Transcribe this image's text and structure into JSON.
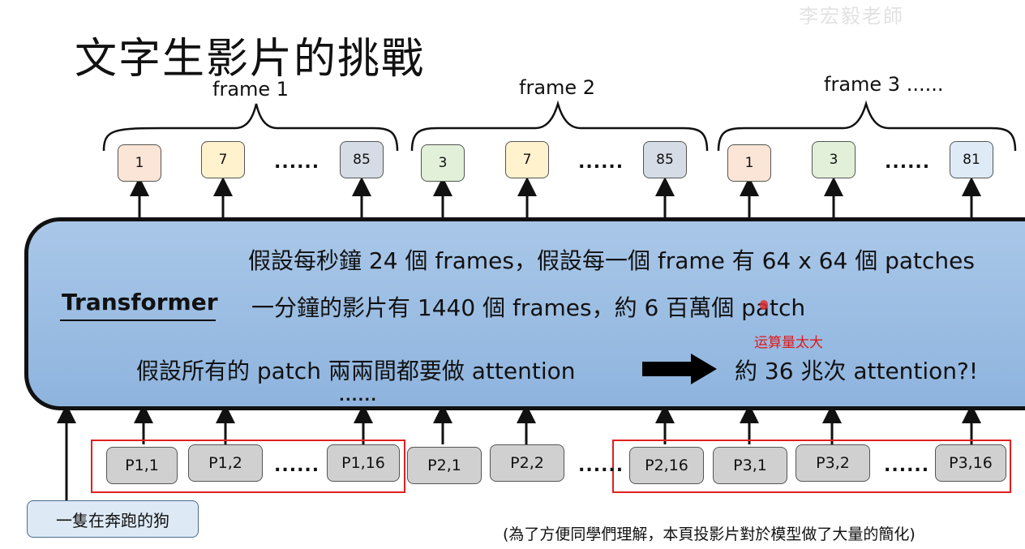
{
  "slide": {
    "title": "文字生影片的挑戰",
    "watermark": "李宏毅老師",
    "frames": [
      {
        "label": "frame 1",
        "tokens": [
          "1",
          "7",
          "85"
        ],
        "dots": "......"
      },
      {
        "label": "frame 2",
        "tokens": [
          "3",
          "7",
          "85"
        ],
        "dots": "......"
      },
      {
        "label": "frame 3  ......",
        "tokens": [
          "1",
          "3",
          "81"
        ],
        "dots": "......"
      }
    ],
    "transformer": {
      "label": "Transformer",
      "line1": "假設每秒鐘 24 個 frames，假設每一個 frame 有 64 x 64 個 patches",
      "line2": "一分鐘的影片有 1440 個 frames，約 6 百萬個 patch",
      "warning": "运算量太大",
      "line3_left": "假設所有的 patch 兩兩間都要做 attention",
      "line3_right": "約 36 兆次 attention?!",
      "bottom_dots": "......"
    },
    "patches": {
      "group1": [
        "P1,1",
        "P1,2",
        "P1,16"
      ],
      "group1_dots": "......",
      "group2": [
        "P2,1",
        "P2,2"
      ],
      "group2_dots": "......",
      "group3": [
        "P2,16",
        "P3,1",
        "P3,2",
        "P3,16"
      ],
      "group3_dots": "......"
    },
    "prompt": "一隻在奔跑的狗",
    "note": "(為了方便同學們理解，本頁投影片對於模型做了大量的簡化)"
  },
  "colors": {
    "token_orange": "#fbe5d6",
    "token_yellow": "#fff2cc",
    "token_gray": "#d6dce5",
    "token_green": "#e2f0d9",
    "token_blue": "#deebf7",
    "transformer_fill": "#9dbde3",
    "patch_fill": "#d0d0d0",
    "highlight_red": "#e02020"
  }
}
